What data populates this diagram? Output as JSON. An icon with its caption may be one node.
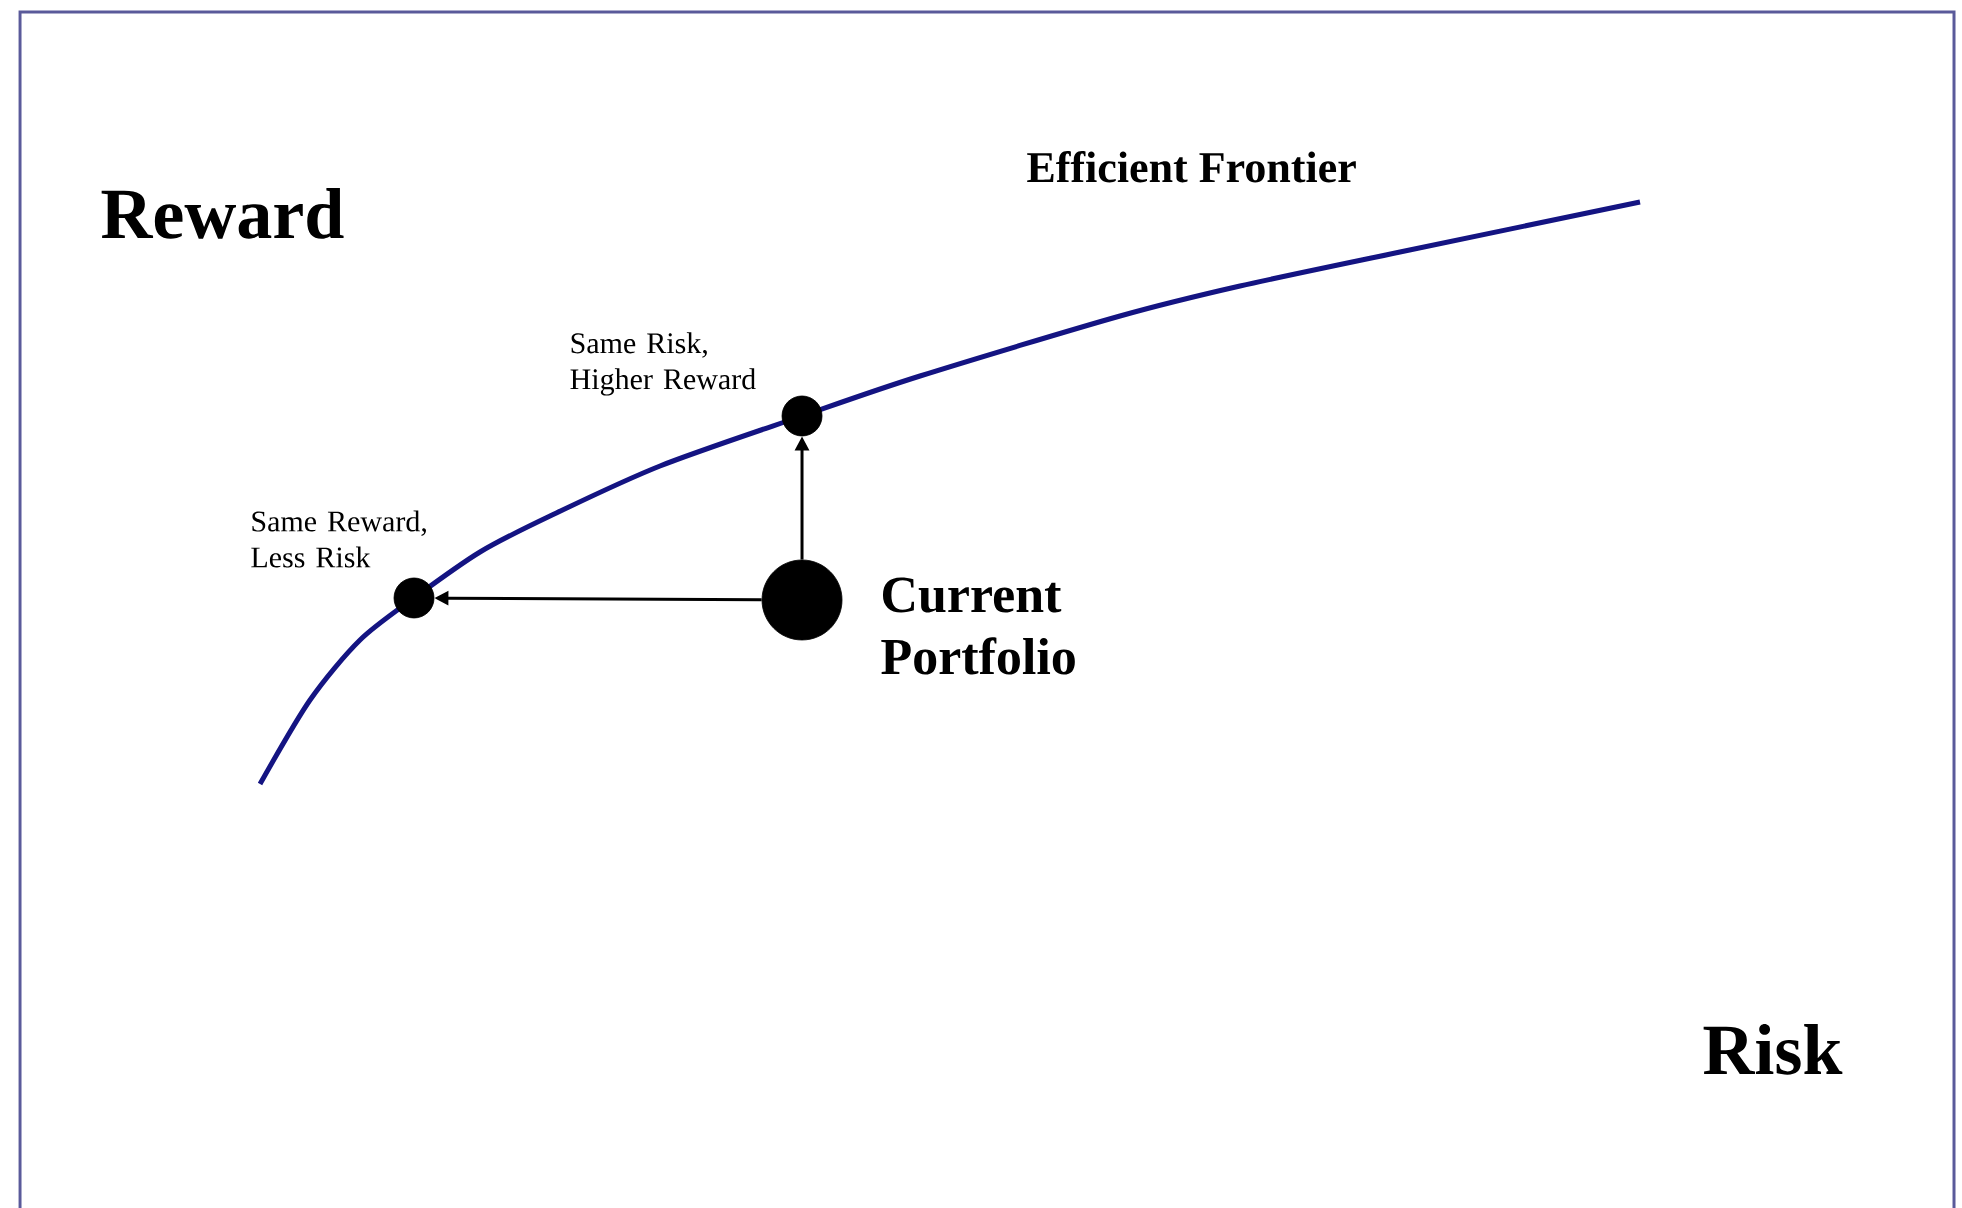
{
  "diagram": {
    "nodes": [
      {
        "text": [],
        "shape": "circle",
        "beside": [
          "Same Risk, Higher Reward"
        ]
      },
      {
        "text": [],
        "shape": "circle",
        "beside": [
          "Same Reward, Less Risk"
        ]
      },
      {
        "text": [],
        "shape": "circle",
        "beside": [
          "Current Portfolio"
        ]
      }
    ],
    "edges": [
      {
        "from": 2,
        "to": 0,
        "arrow": "to"
      },
      {
        "from": 2,
        "to": 1,
        "arrow": "to"
      }
    ],
    "labels": [
      "Efficient Frontier",
      "Reward",
      "Risk"
    ]
  }
}
